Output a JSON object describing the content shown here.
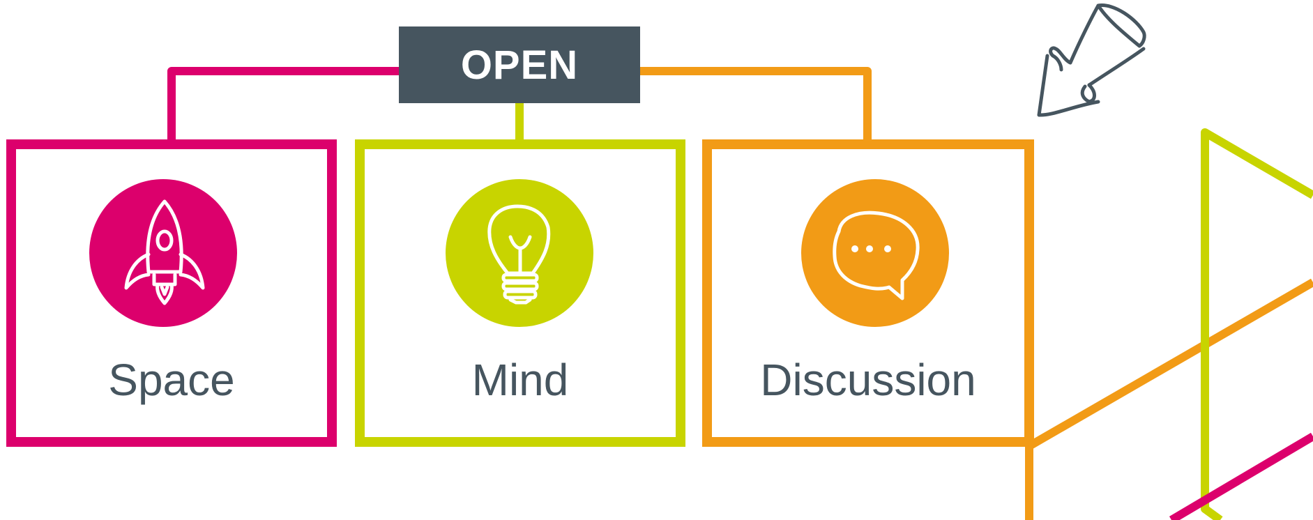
{
  "header": {
    "label": "OPEN"
  },
  "cards": [
    {
      "label": "Space",
      "icon": "rocket-icon",
      "color": "#dc006c"
    },
    {
      "label": "Mind",
      "icon": "lightbulb-icon",
      "color": "#c8d400"
    },
    {
      "label": "Discussion",
      "icon": "speech-bubble-icon",
      "color": "#f29b16"
    }
  ],
  "colors": {
    "header_bg": "#46555f",
    "text": "#46555f",
    "pink": "#dc006c",
    "lime": "#c8d400",
    "orange": "#f29b16"
  },
  "decoration": {
    "pen": "pen-icon"
  }
}
